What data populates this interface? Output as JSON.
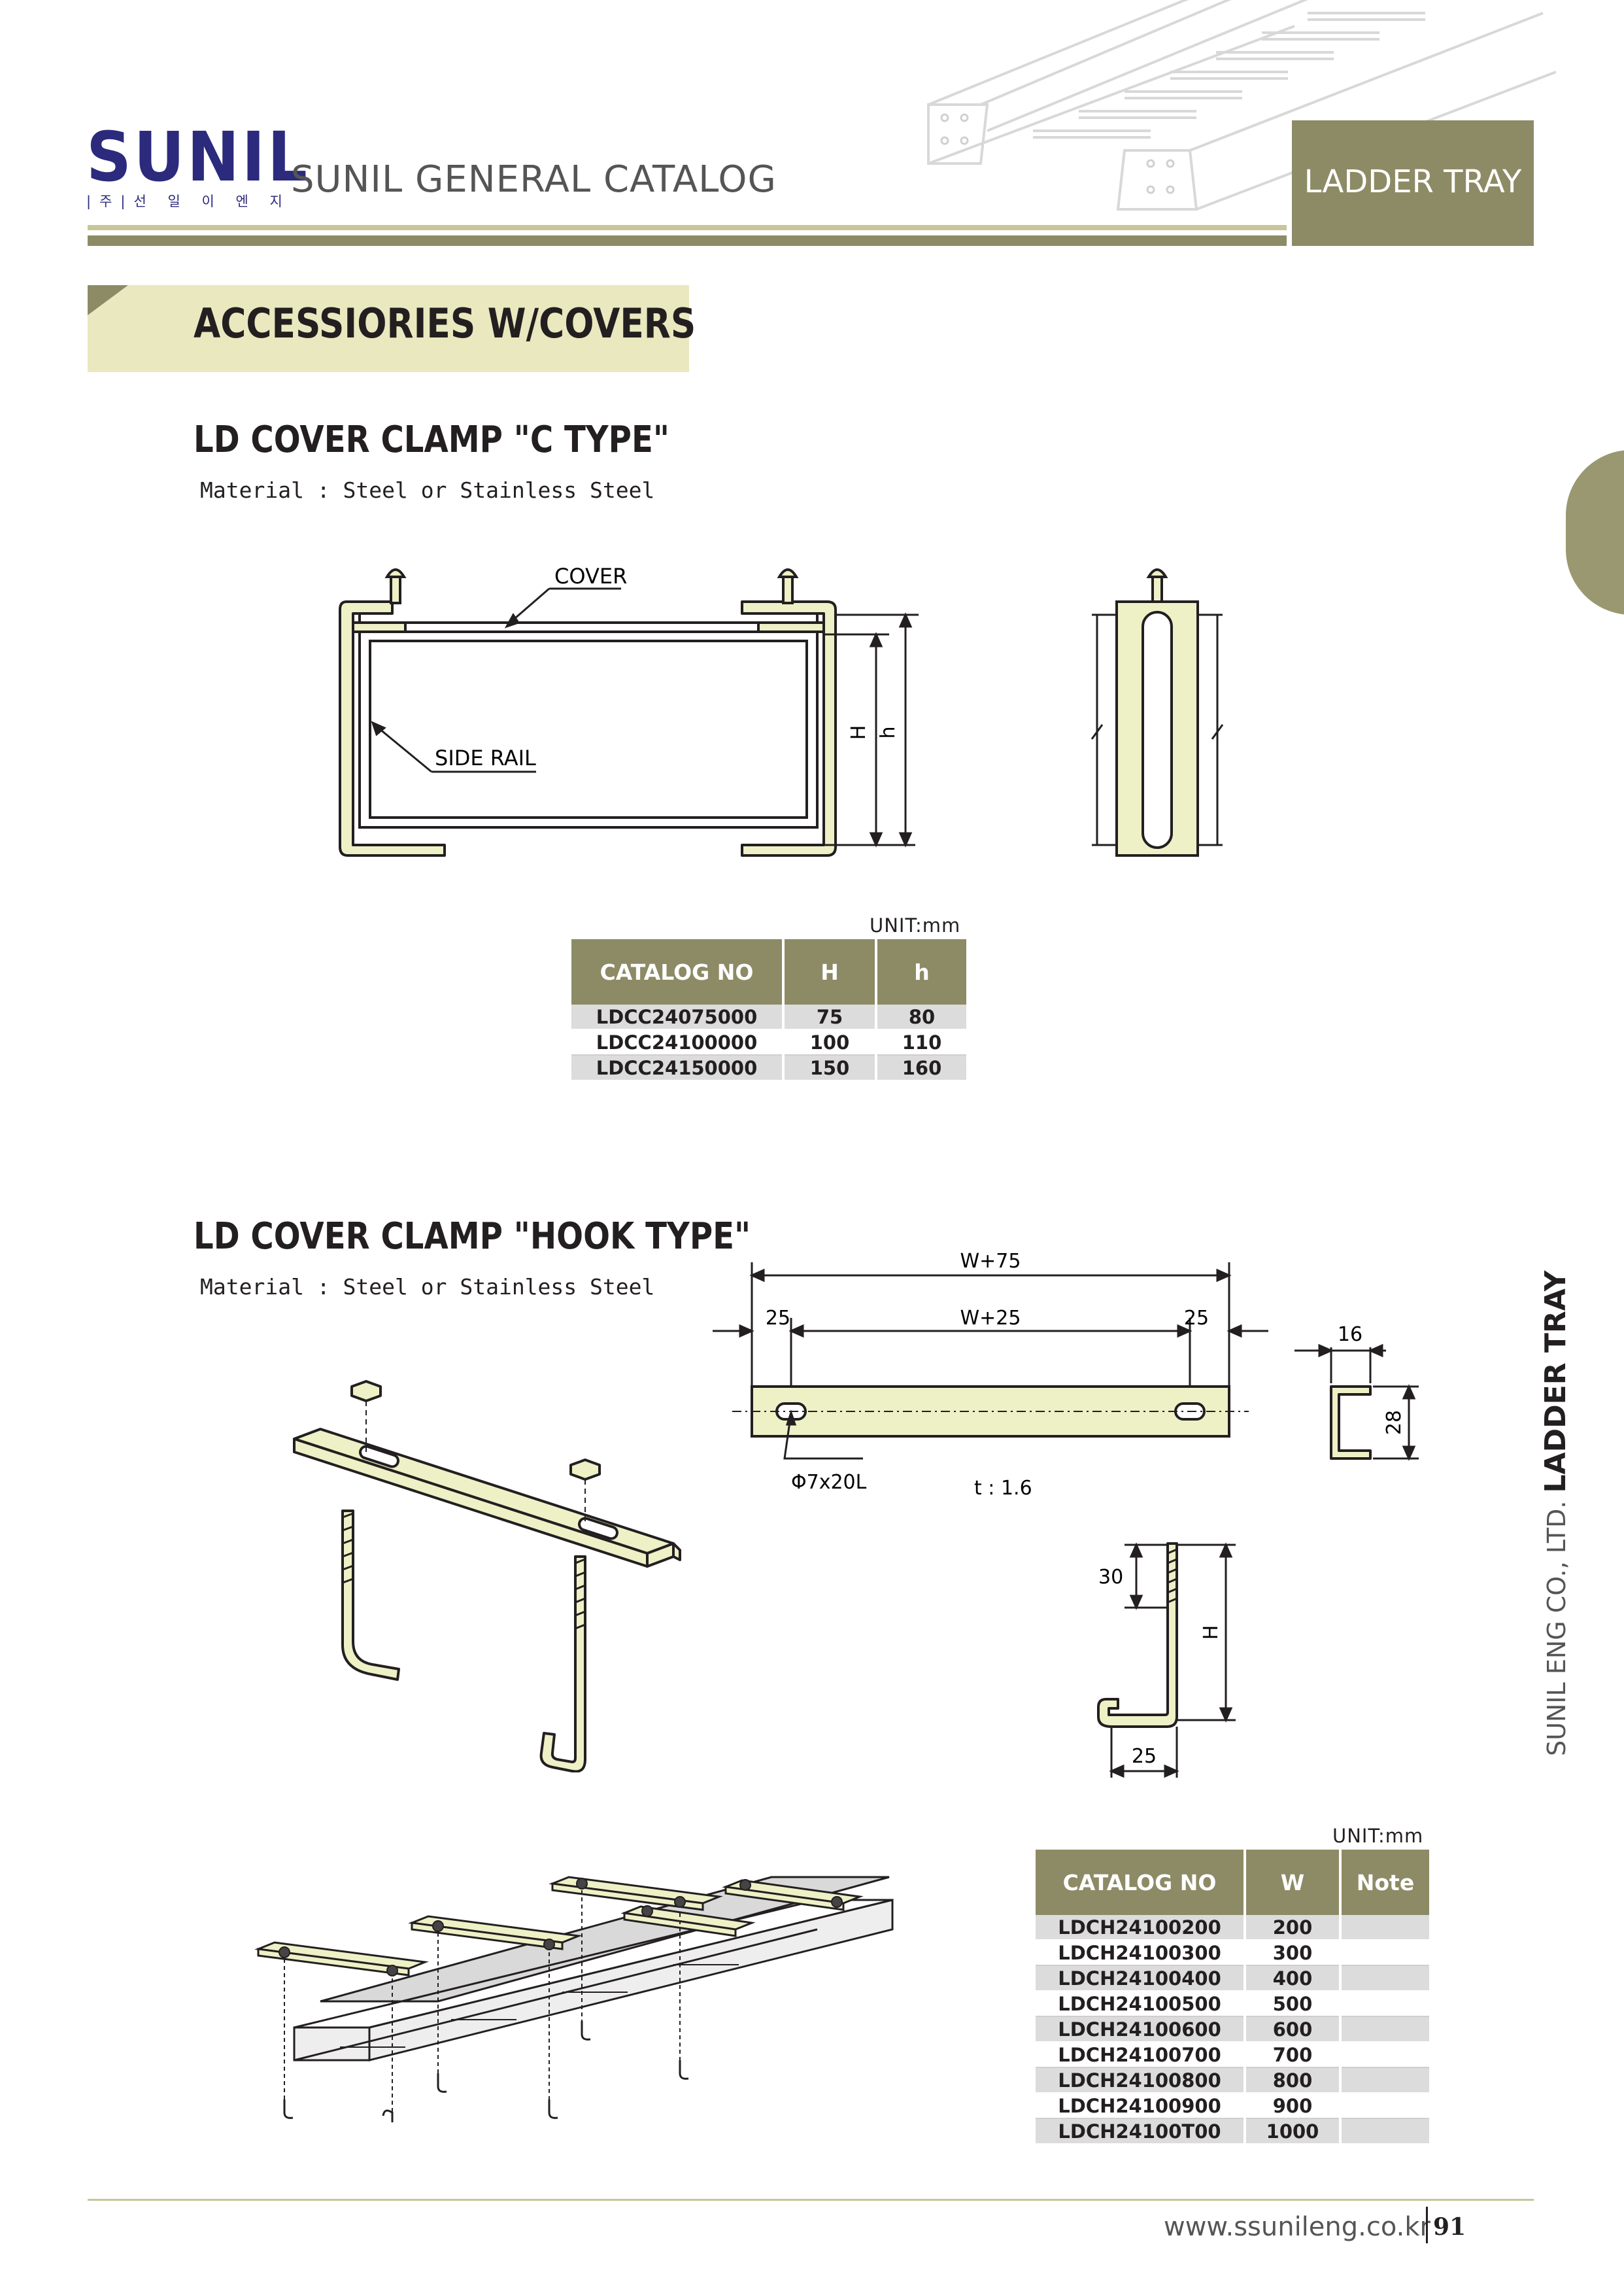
{
  "header": {
    "logo_text": "SUNIL",
    "logo_korean": "|주|선 일 이 엔 지",
    "catalog_title": "SUNIL GENERAL CATALOG",
    "tag": "LADDER TRAY"
  },
  "section_heading": "ACCESSIORIES W/COVERS",
  "c_type": {
    "title": "LD COVER CLAMP \"C TYPE\"",
    "material": "Material : Steel or Stainless Steel",
    "labels": {
      "cover": "COVER",
      "side_rail": "SIDE RAIL",
      "dim_H": "H",
      "dim_h": "h"
    },
    "unit": "UNIT:mm",
    "columns": [
      "CATALOG NO",
      "H",
      "h"
    ],
    "rows": [
      [
        "LDCC24075000",
        "75",
        "80"
      ],
      [
        "LDCC24100000",
        "100",
        "110"
      ],
      [
        "LDCC24150000",
        "150",
        "160"
      ]
    ]
  },
  "hook_type": {
    "title": "LD COVER CLAMP \"HOOK TYPE\"",
    "material": "Material : Steel or Stainless Steel",
    "dims": {
      "overall": "W+75",
      "inner": "W+25",
      "left_end": "25",
      "right_end": "25",
      "slot": "Φ7x20L",
      "thickness": "t : 1.6",
      "flange_width": "16",
      "profile_height": "28",
      "thread_length": "30",
      "hook_height": "H",
      "hook_width": "25"
    },
    "unit": "UNIT:mm",
    "columns": [
      "CATALOG NO",
      "W",
      "Note"
    ],
    "rows": [
      [
        "LDCH24100200",
        "200",
        ""
      ],
      [
        "LDCH24100300",
        "300",
        ""
      ],
      [
        "LDCH24100400",
        "400",
        ""
      ],
      [
        "LDCH24100500",
        "500",
        ""
      ],
      [
        "LDCH24100600",
        "600",
        ""
      ],
      [
        "LDCH24100700",
        "700",
        ""
      ],
      [
        "LDCH24100800",
        "800",
        ""
      ],
      [
        "LDCH24100900",
        "900",
        ""
      ],
      [
        "LDCH24100T00",
        "1000",
        ""
      ]
    ]
  },
  "side": {
    "company": "SUNIL ENG CO., LTD.",
    "product": "LADDER TRAY"
  },
  "footer": {
    "website": "www.ssunileng.co.kr",
    "page": "91"
  },
  "colors": {
    "olive": "#8d8b66",
    "light_olive": "#e9e8bf",
    "part_fill": "#eef0c6",
    "logo_blue": "#2b2a7c"
  }
}
